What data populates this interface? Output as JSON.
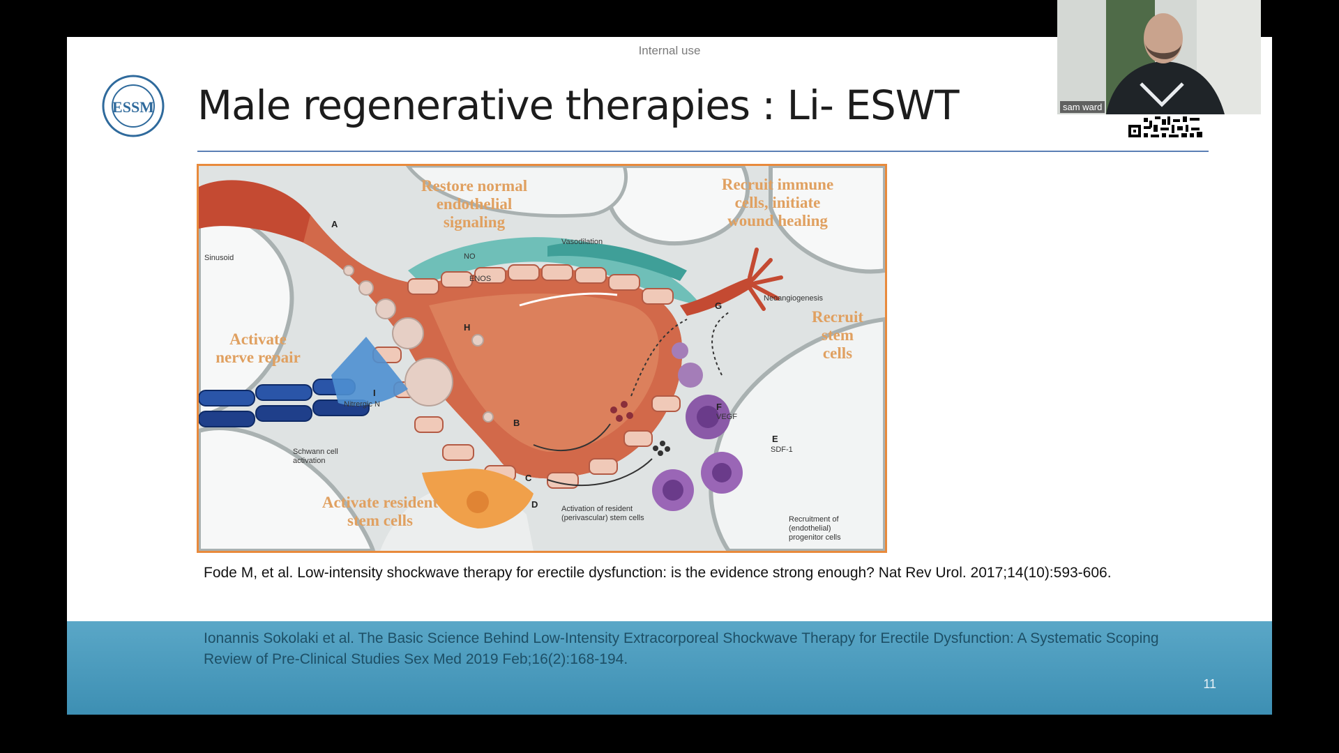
{
  "slide": {
    "classification": "Internal use",
    "title": "Male regenerative therapies : Li- ESWT",
    "page_number": "11",
    "logo_text": "ESSM"
  },
  "figure": {
    "headings": {
      "endothelial": [
        "Restore normal",
        "endothelial",
        "signaling"
      ],
      "immune": [
        "Recruit immune",
        "cells, initiate",
        "wound healing"
      ],
      "stem": [
        "Recruit",
        "stem",
        "cells"
      ],
      "nerve": [
        "Activate",
        "nerve repair"
      ],
      "resident": [
        "Activate resident",
        "stem cells"
      ]
    },
    "labels": {
      "sinusoid": "Sinusoid",
      "no": "NO",
      "enos": "ENOS",
      "vasodilation": "Vasodilation",
      "neoangiogenesis": "Neoangiogenesis",
      "vegf": "VEGF",
      "sdf": "SDF-1",
      "nitrergic": "Nitrergic N",
      "schwann": [
        "Schwann cell",
        "activation"
      ],
      "resident_caption": [
        "Activation of resident",
        "(perivascular) stem cells"
      ],
      "recruitment": [
        "Recruitment of",
        "(endothelial)",
        "progenitor cells"
      ]
    },
    "letters": {
      "a": "A",
      "b": "B",
      "c": "C",
      "d": "D",
      "e": "E",
      "f": "F",
      "g": "G",
      "h": "H",
      "i": "I"
    }
  },
  "citation": "Fode M, et al. Low-intensity shockwave therapy for erectile dysfunction: is the evidence strong enough? Nat Rev Urol. 2017;14(10):593-606.",
  "reference": "Ionannis Sokolaki et al. The Basic Science Behind Low-Intensity Extracorporeal Shockwave Therapy for Erectile Dysfunction: A Systematic Scoping Review of Pre-Clinical Studies  Sex Med 2019 Feb;16(2):168-194.",
  "video": {
    "participant_name": "sam ward"
  },
  "colors": {
    "accent_rule": "#5a7fb4",
    "figure_border": "#e88a3c",
    "band": "#4a9bbd",
    "heading": "#e0a060"
  }
}
